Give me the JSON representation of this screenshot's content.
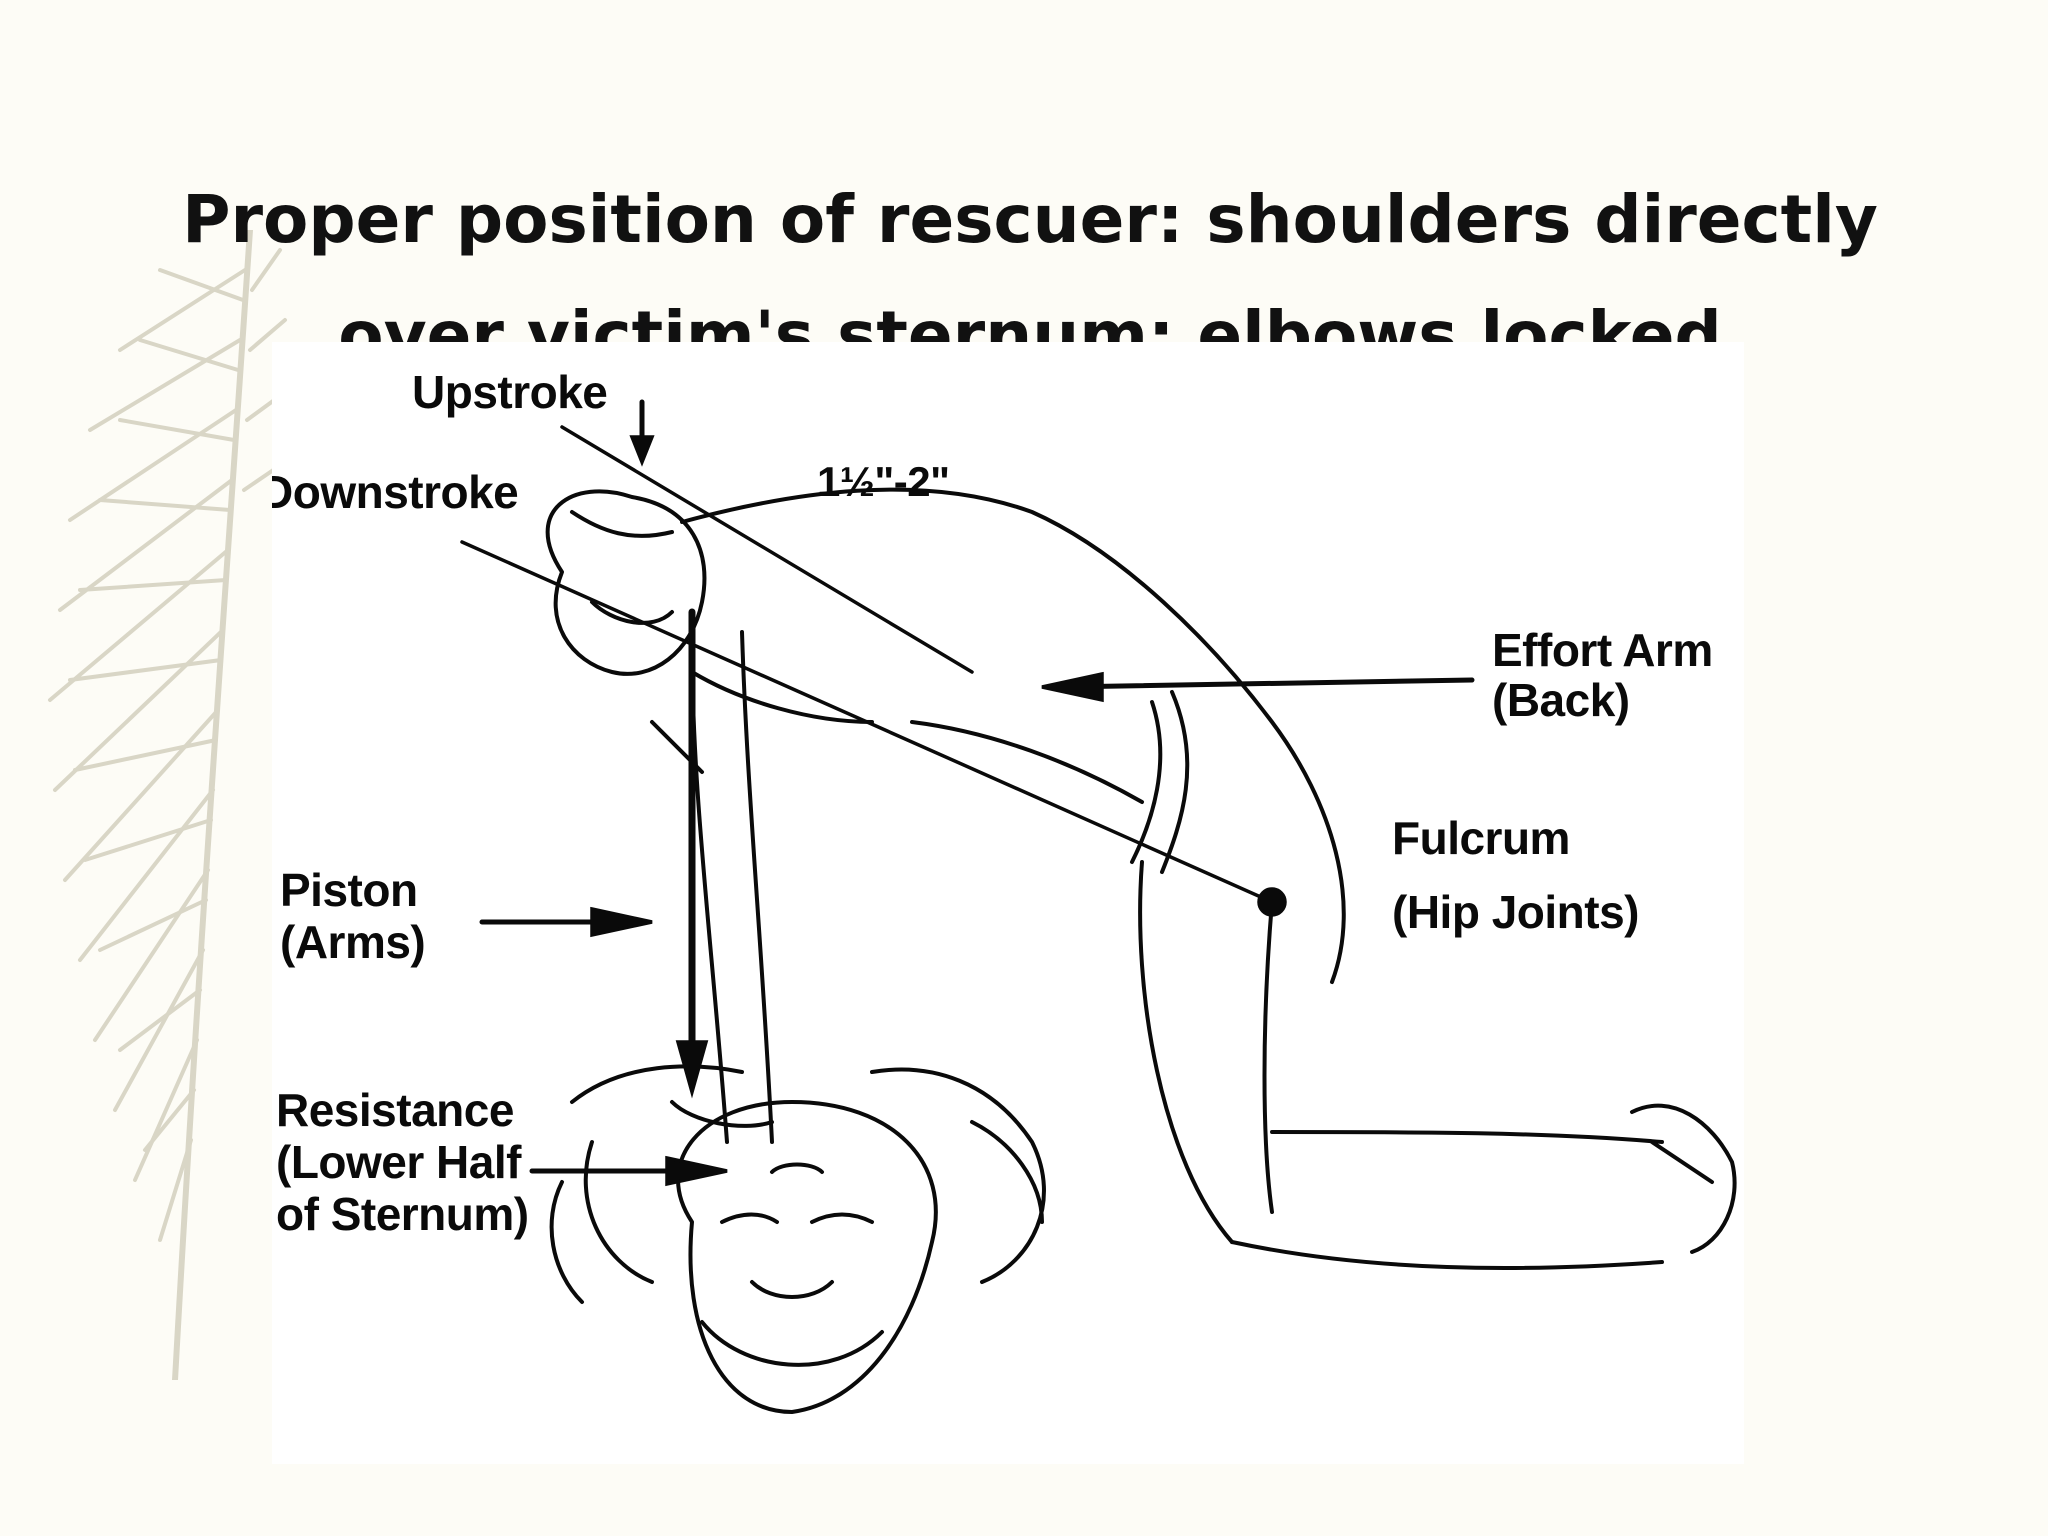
{
  "title": {
    "line1": "Proper position of rescuer: shoulders directly",
    "line2": "over victim's sternum; elbows locked"
  },
  "labels": {
    "upstroke": "Upstroke",
    "downstroke": "Downstroke",
    "compression_depth": "1½\"-2\"",
    "effort_arm_1": "Effort Arm",
    "effort_arm_2": "(Back)",
    "fulcrum_1": "Fulcrum",
    "fulcrum_2": "(Hip Joints)",
    "piston_1": "Piston",
    "piston_2": "(Arms)",
    "resistance_1": "Resistance",
    "resistance_2": "(Lower Half",
    "resistance_3": "of Sternum)"
  },
  "colors": {
    "background": "#fdfcf6",
    "frond": "#d9d6c6",
    "ink": "#0a0a0a",
    "panel": "#ffffff"
  },
  "decorations": {
    "background_motif": "palm-frond"
  }
}
